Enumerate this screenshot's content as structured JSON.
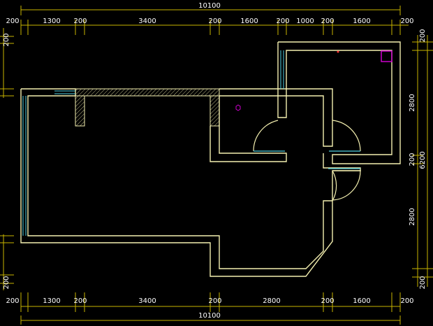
{
  "drawing": {
    "background_color": "#000000",
    "dimension_color": "#c8b400",
    "wall_color": "#f4f0b0",
    "window_color": "#4fd0e0",
    "marker_color": "#cc00cc",
    "point_color": "#ff3333"
  },
  "dimensions": {
    "top_total": "10100",
    "top_segments": [
      "200",
      "1300",
      "200",
      "3400",
      "200",
      "1600",
      "200",
      "1000",
      "200",
      "1600",
      "200"
    ],
    "bottom_total": "10100",
    "bottom_segments": [
      "200",
      "1300",
      "200",
      "3400",
      "200",
      "2800",
      "200",
      "1600",
      "200"
    ],
    "left_segments": [
      "200"
    ],
    "left_bottom_segments": [
      "200"
    ],
    "right_segments": [
      "200",
      "2800",
      "200",
      "2800",
      "200"
    ],
    "right_total": "6200"
  }
}
